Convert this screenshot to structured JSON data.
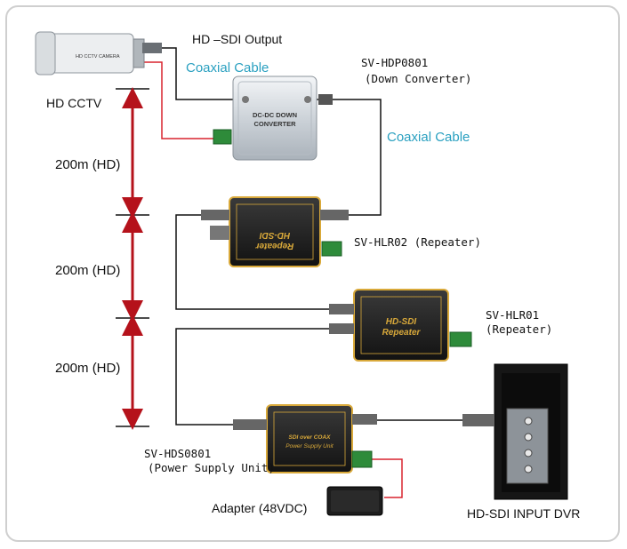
{
  "labels": {
    "hd_sdi_output": "HD –SDI Output",
    "coax_top": "Coaxial Cable",
    "coax_right": "Coaxial Cable",
    "hd_cctv": "HD CCTV",
    "hdp_model": "SV-HDP0801",
    "hdp_desc": "(Down Converter)",
    "hlr02": "SV-HLR02 (Repeater)",
    "hlr01_model": "SV-HLR01",
    "hlr01_desc": "(Repeater)",
    "hds_model": "SV-HDS0801",
    "hds_desc": "(Power Supply Unit)",
    "adapter": "Adapter (48VDC)",
    "dvr": "HD-SDI INPUT DVR"
  },
  "distances": [
    "200m (HD)",
    "200m (HD)",
    "200m (HD)"
  ],
  "device_text": {
    "camera": "HD CCTV CAMERA",
    "converter_1": "DC-DC DOWN",
    "converter_2": "CONVERTER",
    "hlr02_1": "HD-SDI",
    "hlr02_2": "Repeater",
    "hlr01_1": "HD-SDI",
    "hlr01_2": "Repeater",
    "psu_1": "SDI over COAX",
    "psu_2": "Power Supply Unit"
  },
  "colors": {
    "distance_arrow": "#b5121b",
    "power_wire": "#d9232e",
    "cable_label": "#2aa0c0",
    "device_gold": "#d9a93a"
  }
}
